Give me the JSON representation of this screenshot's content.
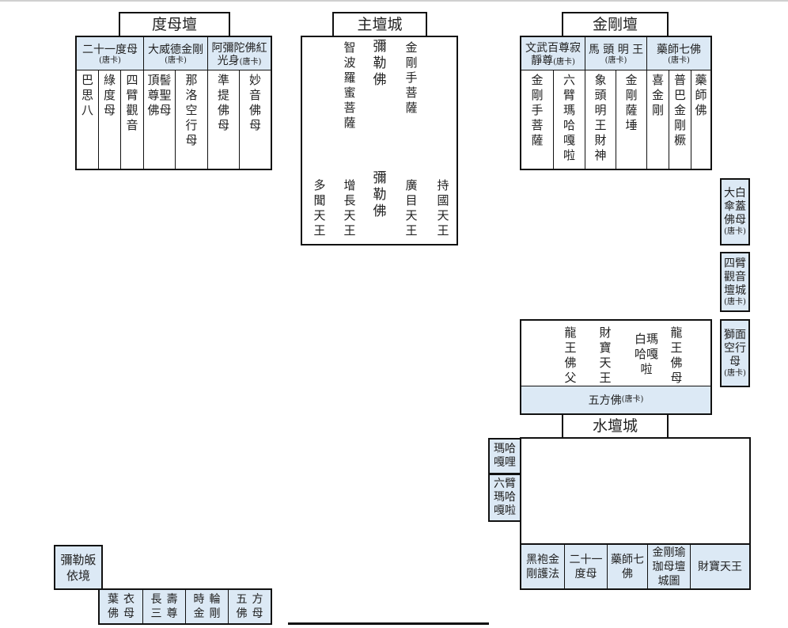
{
  "dumu": {
    "title": "度母壇",
    "headers": [
      {
        "line1": "二十一度母",
        "sub": "(唐卡)"
      },
      {
        "line1": "大威德金剛",
        "sub": "(唐卡)"
      },
      {
        "line1": "阿彌陀佛紅",
        "line2": "光身",
        "sub": "(唐卡)"
      }
    ],
    "cols": [
      "巴思八",
      "綠度母",
      "四臂觀音",
      "頂髻尊聖佛母",
      "那洛空行母",
      "準提佛母",
      "妙音佛母"
    ]
  },
  "main": {
    "title": "主壇城",
    "upper": [
      "智波羅蜜菩薩",
      "彌勒佛",
      "金剛手菩薩"
    ],
    "lower": [
      "多聞天王",
      "增長天王",
      "彌勒佛",
      "廣目天王",
      "持國天王"
    ]
  },
  "vajra": {
    "title": "金剛壇",
    "headers": [
      {
        "line1": "文武百尊寂",
        "line2": "靜尊",
        "sub": "(唐卡)"
      },
      {
        "line1": "馬 頭 明 王",
        "sub": "(唐卡)"
      },
      {
        "line1": "藥師七佛",
        "sub": "(唐卡)"
      }
    ],
    "cols": [
      "金剛手菩薩",
      "六臂瑪哈嘎啦",
      "象頭明王財神",
      "金剛薩埵",
      "喜金剛",
      "普巴金剛橛",
      "藥師佛"
    ]
  },
  "right_boxes": [
    {
      "text": "大白傘蓋佛母",
      "sub": "(唐卡)"
    },
    {
      "text": "四臂觀音壇城",
      "sub": "(唐卡)"
    },
    {
      "text": "獅面空行母",
      "sub": "(唐卡)"
    }
  ],
  "dragon": {
    "items": [
      "龍王佛父",
      "財寶天王",
      "白瑪哈嘎啦",
      "龍王佛母"
    ],
    "footer": "五方佛",
    "footer_sub": "(唐卡)"
  },
  "water": {
    "title": "水壇城",
    "left_boxes": [
      "瑪哈嘎哩",
      "六臂瑪哈嘎啦"
    ],
    "bottom": [
      "黑袍金剛護法",
      "二十一度母",
      "藥師七佛",
      "金剛瑜珈母壇城圖",
      "財寶天王"
    ]
  },
  "bottom_left": {
    "refuge": "彌勒皈依境",
    "row": [
      "葉衣佛母",
      "長壽三尊",
      "時輪金剛",
      "五方佛母"
    ]
  }
}
